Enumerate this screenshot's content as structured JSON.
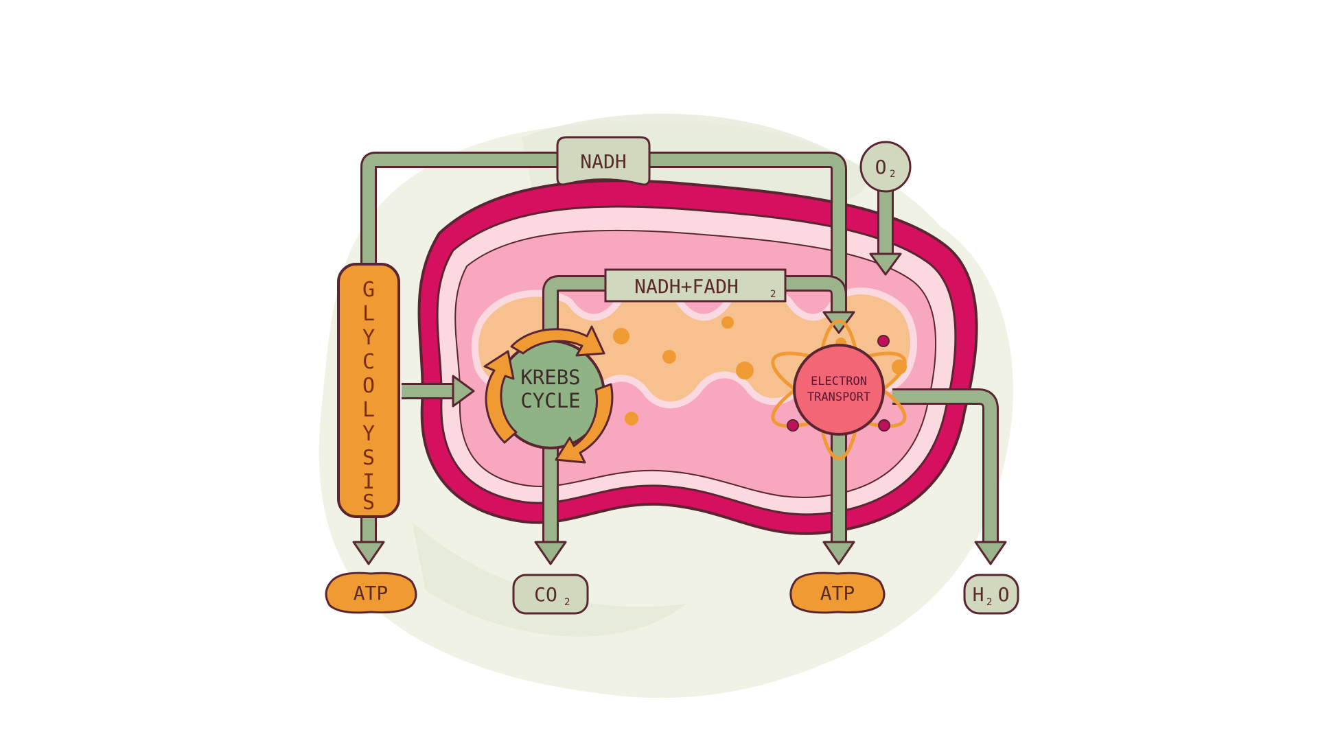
{
  "colors": {
    "arrow": "#9cb48c",
    "outline": "#5a2530",
    "outer_membrane": "#d4105f",
    "inner_space": "#f7a8bf",
    "matrix": "#f7c18f",
    "glycolysis": "#ef9a33",
    "krebs": "#8fb384",
    "electron_transport": "#f26675",
    "molecule_box": "#d0d8be",
    "atp_blob": "#ef9a33"
  },
  "labels": {
    "glycolysis_letters": [
      "G",
      "L",
      "Y",
      "C",
      "O",
      "L",
      "Y",
      "S",
      "I",
      "S"
    ],
    "krebs_line1": "KREBS",
    "krebs_line2": "CYCLE",
    "etc_line1": "ELECTRON",
    "etc_line2": "TRANSPORT",
    "nadh": "NADH",
    "nadh_fadh2": "NADH+FADH",
    "nadh_fadh2_sub": "2",
    "o2": "O",
    "o2_sub": "2",
    "co2": "CO",
    "co2_sub": "2",
    "h2o_h": "H",
    "h2o_sub": "2",
    "h2o_o": "O",
    "atp_left": "ATP",
    "atp_right": "ATP"
  }
}
